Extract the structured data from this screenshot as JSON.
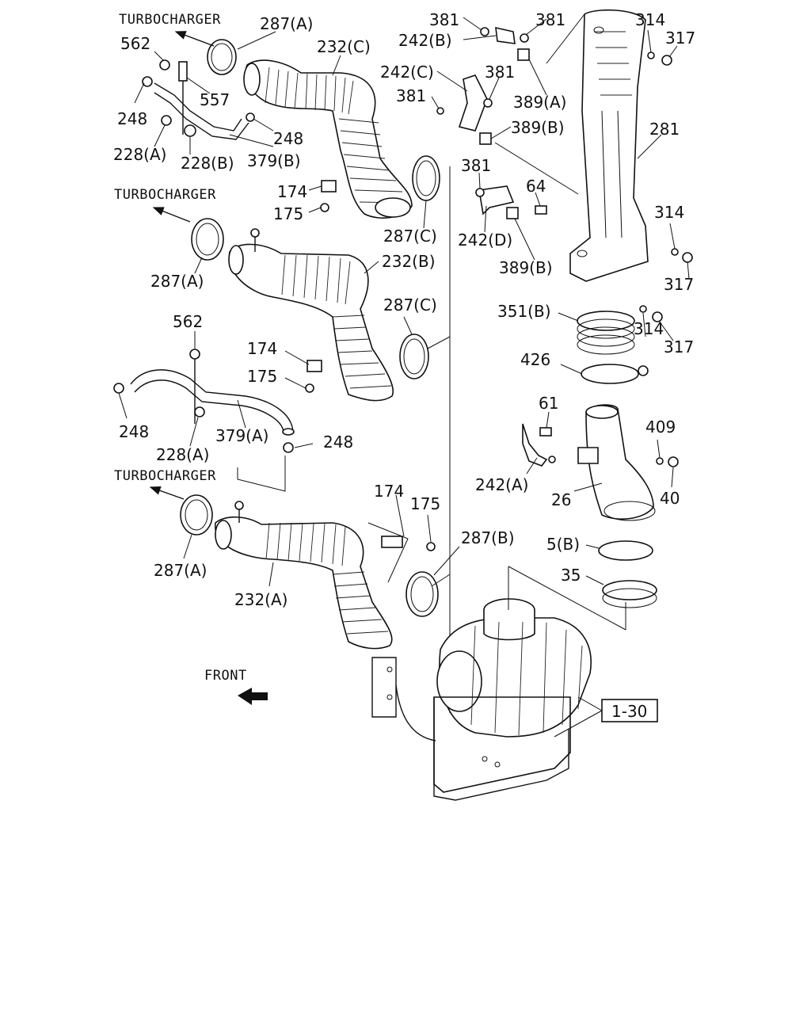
{
  "labels": {
    "turbo": "TURBOCHARGER",
    "front": "FRONT",
    "ref": "1-30",
    "p287A": "287(A)",
    "p287B": "287(B)",
    "p287C": "287(C)",
    "p232A": "232(A)",
    "p232B": "232(B)",
    "p232C": "232(C)",
    "p562": "562",
    "p557": "557",
    "p248": "248",
    "p228A": "228(A)",
    "p228B": "228(B)",
    "p379A": "379(A)",
    "p379B": "379(B)",
    "p174": "174",
    "p175": "175",
    "p381": "381",
    "p242A": "242(A)",
    "p242B": "242(B)",
    "p242C": "242(C)",
    "p242D": "242(D)",
    "p389A": "389(A)",
    "p389B": "389(B)",
    "p314": "314",
    "p317": "317",
    "p281": "281",
    "p64": "64",
    "p351B": "351(B)",
    "p426": "426",
    "p61": "61",
    "p409": "409",
    "p40": "40",
    "p26": "26",
    "p5B": "5(B)",
    "p35": "35"
  }
}
